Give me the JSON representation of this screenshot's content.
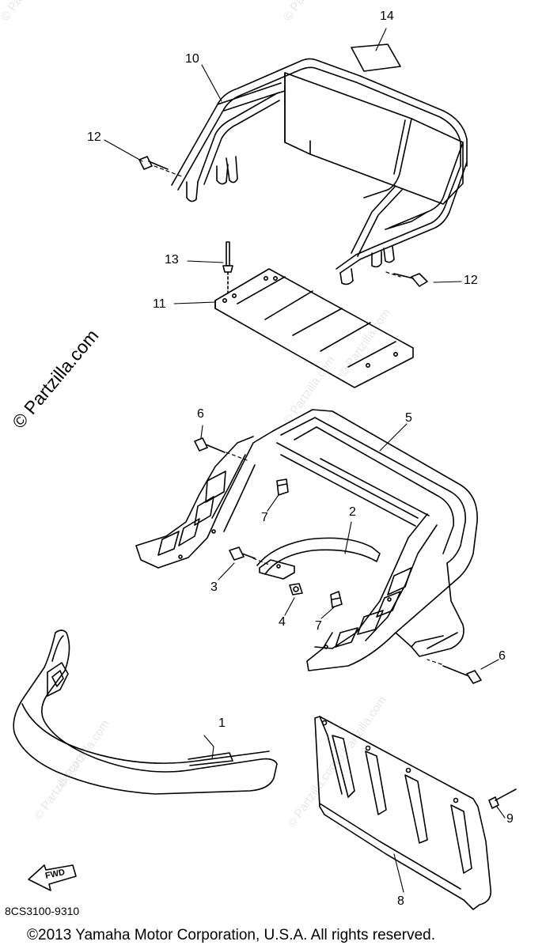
{
  "brand_watermark": "© Partzilla.com",
  "faint_watermark": "© Partzilla.com",
  "callouts": {
    "c1": "1",
    "c2": "2",
    "c3": "3",
    "c4": "4",
    "c5": "5",
    "c6a": "6",
    "c6b": "6",
    "c7a": "7",
    "c7b": "7",
    "c8": "8",
    "c9": "9",
    "c10": "10",
    "c11": "11",
    "c12a": "12",
    "c12b": "12",
    "c13": "13",
    "c14": "14"
  },
  "fwd_label": "FWD",
  "diagram_code": "8CS3100-9310",
  "copyright": "©2013  Yamaha Motor Corporation, U.S.A. All rights reserved.",
  "colors": {
    "line": "#000000",
    "watermark": "#e7e7e7",
    "background": "#ffffff"
  }
}
